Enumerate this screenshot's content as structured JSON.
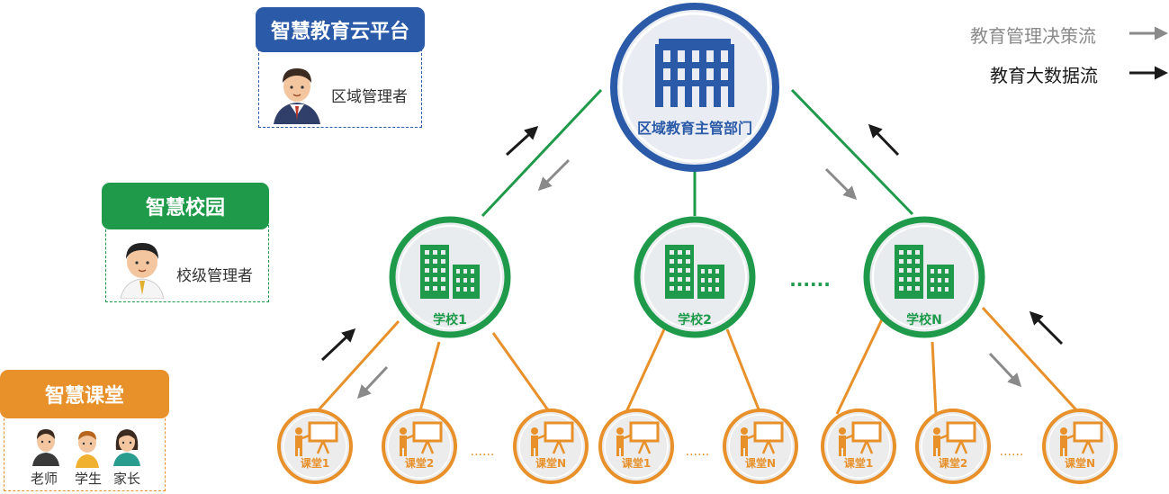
{
  "tiers": {
    "cloud": {
      "title": "智慧教育云平台",
      "role": "区域管理者"
    },
    "campus": {
      "title": "智慧校园",
      "role": "校级管理者"
    },
    "classroom": {
      "title": "智慧课堂",
      "roles": [
        "老师",
        "学生",
        "家长"
      ]
    }
  },
  "legend": {
    "decision_flow": "教育管理决策流",
    "data_flow": "教育大数据流"
  },
  "top_node": {
    "label": "区域教育主管部门"
  },
  "schools": [
    {
      "label": "学校1"
    },
    {
      "label": "学校2"
    },
    {
      "label": "学校N"
    }
  ],
  "classrooms": [
    {
      "label": "课堂1"
    },
    {
      "label": "课堂2"
    },
    {
      "label": "课堂N"
    },
    {
      "label": "课堂1"
    },
    {
      "label": "课堂N"
    },
    {
      "label": "课堂1"
    },
    {
      "label": "课堂2"
    },
    {
      "label": "课堂N"
    }
  ],
  "ellipsis": "......",
  "colors": {
    "blue": "#2a5aa8",
    "green": "#1f9a4a",
    "orange": "#e8902a",
    "gray_arrow": "#8a8a8a",
    "dark_arrow": "#1a1a1a"
  }
}
